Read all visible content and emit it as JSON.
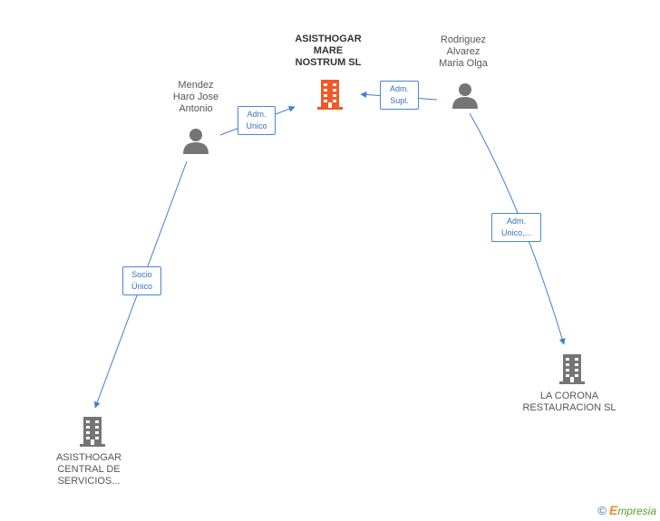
{
  "nodes": {
    "asisthogar_mare": {
      "lines": [
        "ASISTHOGAR",
        "MARE",
        "NOSTRUM SL"
      ],
      "type": "company",
      "color": "#f05a28"
    },
    "mendez": {
      "lines": [
        "Mendez",
        "Haro Jose",
        "Antonio"
      ],
      "type": "person",
      "color": "#757575"
    },
    "rodriguez": {
      "lines": [
        "Rodriguez",
        "Alvarez",
        "Maria Olga"
      ],
      "type": "person",
      "color": "#757575"
    },
    "asisthogar_central": {
      "lines": [
        "ASISTHOGAR",
        "CENTRAL DE",
        "SERVICIOS..."
      ],
      "type": "company",
      "color": "#757575"
    },
    "la_corona": {
      "lines": [
        "LA CORONA",
        "RESTAURACION SL"
      ],
      "type": "company",
      "color": "#757575"
    }
  },
  "edges": {
    "mendez_mare": {
      "lines": [
        "Adm.",
        "Unico"
      ]
    },
    "rodriguez_mare": {
      "lines": [
        "Adm.",
        "Supl."
      ]
    },
    "mendez_central": {
      "lines": [
        "Socio",
        "Único"
      ]
    },
    "rodriguez_corona": {
      "lines": [
        "Adm.",
        "Unico,..."
      ]
    }
  },
  "colors": {
    "edge": "#3f7fd4"
  },
  "brand": {
    "copyright": "©",
    "initial": "E",
    "name": "mpresia"
  }
}
